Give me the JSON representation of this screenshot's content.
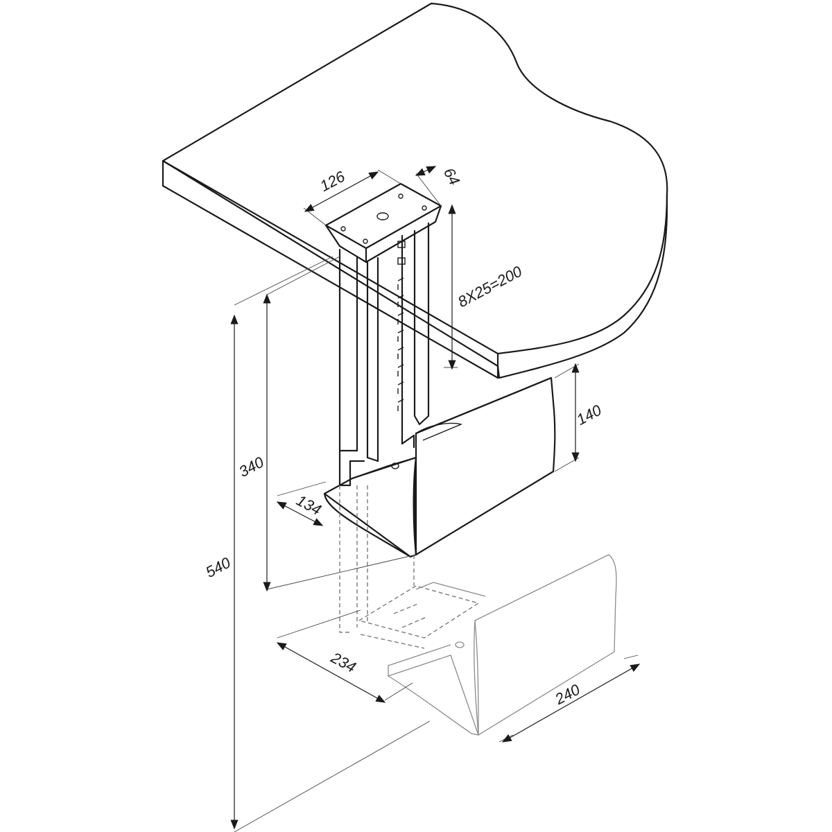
{
  "dimensions": {
    "bracket_width": "126",
    "bracket_depth": "64",
    "adjustment": "8X25=200",
    "holder_height": "140",
    "upper_height": "340",
    "inner_width": "134",
    "total_height": "540",
    "base_depth": "234",
    "base_length": "240"
  },
  "colors": {
    "line": "#1a1a1a",
    "ghost": "#7a7a7a",
    "background": "#ffffff"
  }
}
